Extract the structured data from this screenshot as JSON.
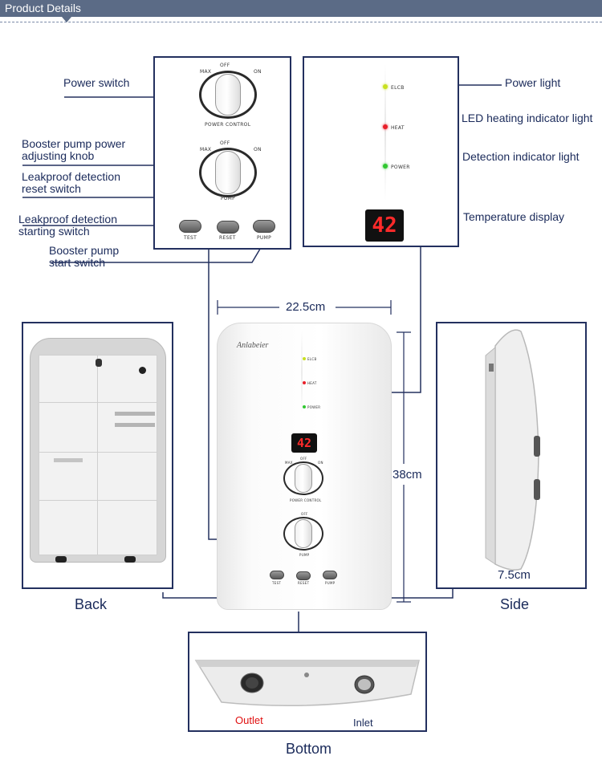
{
  "header": {
    "title": "Product Details"
  },
  "control_panel": {
    "knob1": {
      "top": "OFF",
      "left": "MAX",
      "right": "ON",
      "caption": "POWER CONTROL"
    },
    "knob2": {
      "top": "OFF",
      "left": "MAX",
      "right": "ON",
      "caption": "PUMP"
    },
    "buttons": [
      "TEST",
      "RESET",
      "PUMP"
    ]
  },
  "indicator_panel": {
    "leds": [
      {
        "label": "ELCB",
        "color": "#c8e020"
      },
      {
        "label": "HEAT",
        "color": "#e8202a"
      },
      {
        "label": "POWER",
        "color": "#30c830"
      }
    ],
    "display": "42"
  },
  "callouts": {
    "power_switch": "Power switch",
    "booster_knob_1": "Booster pump power",
    "booster_knob_2": "adjusting knob",
    "leak_reset_1": "Leakproof detection",
    "leak_reset_2": "reset switch",
    "leak_start_1": "Leakproof detection",
    "leak_start_2": "starting switch",
    "booster_start_1": "Booster pump",
    "booster_start_2": "start switch",
    "power_light": "Power light",
    "led_heating": "LED heating indicator light",
    "detection_light": "Detection indicator light",
    "temp_display": "Temperature display"
  },
  "device": {
    "brand": "Anlabeier",
    "leds": [
      "ELCB",
      "HEAT",
      "POWER"
    ],
    "display": "42",
    "knob1": {
      "top": "OFF",
      "left": "MAX",
      "right": "ON",
      "caption": "POWER CONTROL"
    },
    "knob2": {
      "top": "OFF",
      "caption": "PUMP"
    },
    "buttons": [
      "TEST",
      "RESET",
      "PUMP"
    ]
  },
  "dimensions": {
    "width": "22.5cm",
    "height": "38cm",
    "depth": "7.5cm"
  },
  "views": {
    "back": "Back",
    "side": "Side",
    "bottom": "Bottom",
    "outlet": "Outlet",
    "inlet": "Inlet"
  },
  "colors": {
    "accent": "#5b6b86",
    "line": "#23305f",
    "outlet": "#e01010",
    "inlet": "#1a2a5a"
  }
}
